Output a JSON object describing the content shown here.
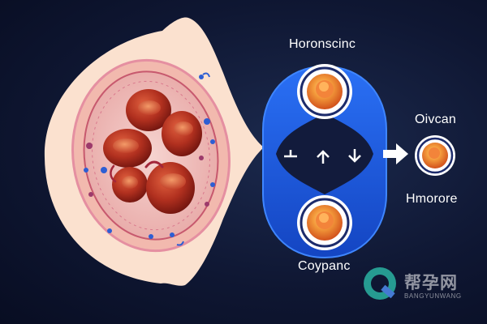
{
  "labels": {
    "top": "Horonscinc",
    "right_top": "Oivcan",
    "right_bottom": "Hmorore",
    "bottom": "Coypanc"
  },
  "watermark": {
    "text": "帮孕网",
    "subtext": "BANGYUNWANG"
  },
  "icons": [
    "arrow-down-bar-icon",
    "arrow-up-icon",
    "arrow-down-icon",
    "arrow-right-icon",
    "watermark-logo-icon"
  ],
  "colors": {
    "background": "#0f1733",
    "tissue": "#fbe1cf",
    "cell_red": "#a8271e",
    "ring_blue": "#1f5ee8",
    "follicle_orange": "#f07a22"
  }
}
